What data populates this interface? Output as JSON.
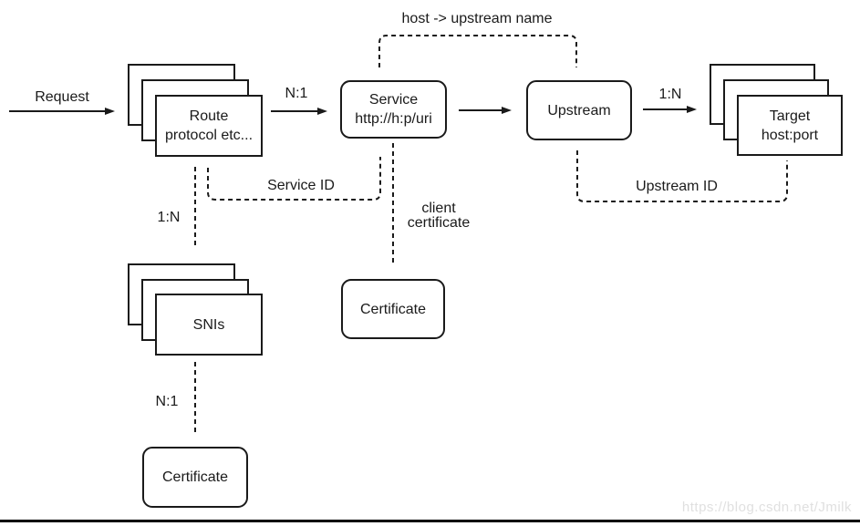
{
  "diagram": {
    "nodes": {
      "route": {
        "title": "Route",
        "subtitle": "protocol etc..."
      },
      "service": {
        "title": "Service",
        "subtitle": "http://h:p/uri"
      },
      "upstream": {
        "title": "Upstream"
      },
      "target": {
        "title": "Target",
        "subtitle": "host:port"
      },
      "snis": {
        "title": "SNIs"
      },
      "certificate_client": {
        "title": "Certificate"
      },
      "certificate_sni": {
        "title": "Certificate"
      }
    },
    "labels": {
      "request": "Request",
      "route_to_service_cardinality": "N:1",
      "upstream_to_target_cardinality": "1:N",
      "host_to_upstream": "host -> upstream name",
      "service_id": "Service ID",
      "upstream_id": "Upstream ID",
      "client_certificate": "client\ncertificate",
      "route_to_snis_cardinality": "1:N",
      "snis_to_certificate_cardinality": "N:1"
    },
    "colors": {
      "stroke": "#1a1a1a",
      "node_fill": "#ffffff",
      "watermark": "#e0e0e0",
      "bottom_bar": "#000000"
    }
  },
  "watermark": {
    "text": "https://blog.csdn.net/Jmilk"
  }
}
